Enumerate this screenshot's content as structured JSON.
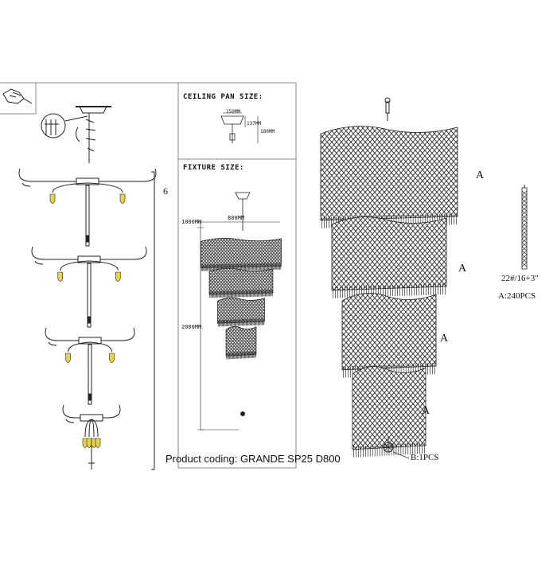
{
  "product_coding": "Product coding: GRANDE SP25 D800",
  "assembly": {
    "tier_count_label": "6"
  },
  "ceiling_pan": {
    "title": "CEILING PAN SIZE:",
    "diameter_label": "150MM",
    "height_label": "137MM",
    "stem_label": "180MM"
  },
  "fixture": {
    "title": "FIXTURE SIZE:",
    "width_label": "800MM",
    "chain_label": "1000MM",
    "height_label": "2000MM"
  },
  "parts": {
    "tier_labels": [
      "A",
      "A",
      "A",
      "A"
    ],
    "crystal_strand_spec": "22#/16+3\"",
    "strand_count": "A:240PCS",
    "ball_count": "B:1PCS"
  },
  "colors": {
    "line": "#222222",
    "frame": "#888888",
    "bulb": "#e8d24a"
  }
}
